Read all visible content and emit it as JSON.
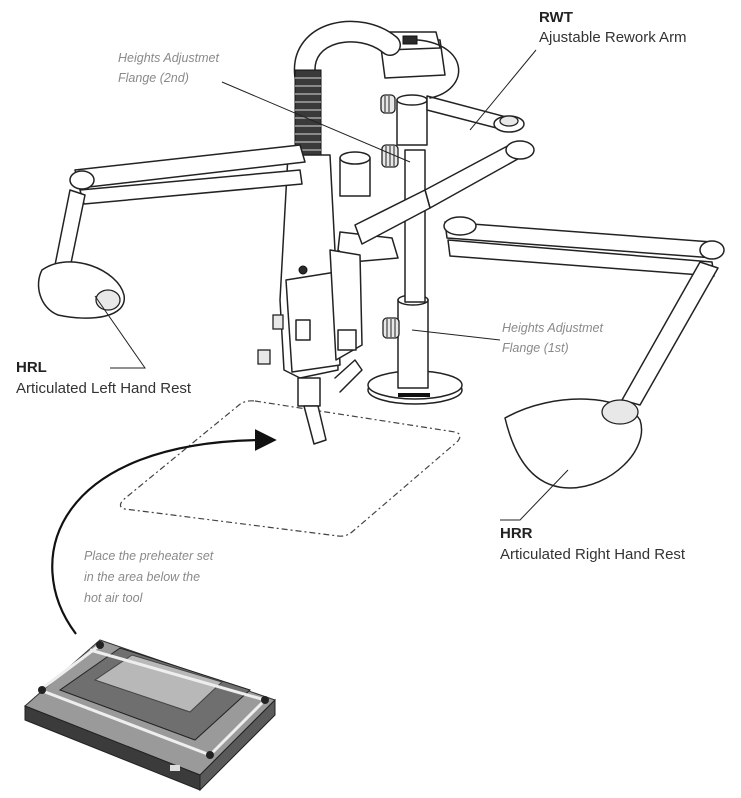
{
  "labels": {
    "rwt": {
      "code": "RWT",
      "name": "Ajustable Rework Arm"
    },
    "hrl": {
      "code": "HRL",
      "name": "Articulated Left Hand Rest"
    },
    "hrr": {
      "code": "HRR",
      "name": "Articulated Right Hand Rest"
    }
  },
  "notes": {
    "flange_2nd": [
      "Heights Adjustmet",
      "Flange (2nd)"
    ],
    "flange_1st": [
      "Heights Adjustmet",
      "Flange (1st)"
    ],
    "preheater": [
      "Place the preheater set",
      "in the area below the",
      "hot air tool"
    ]
  }
}
